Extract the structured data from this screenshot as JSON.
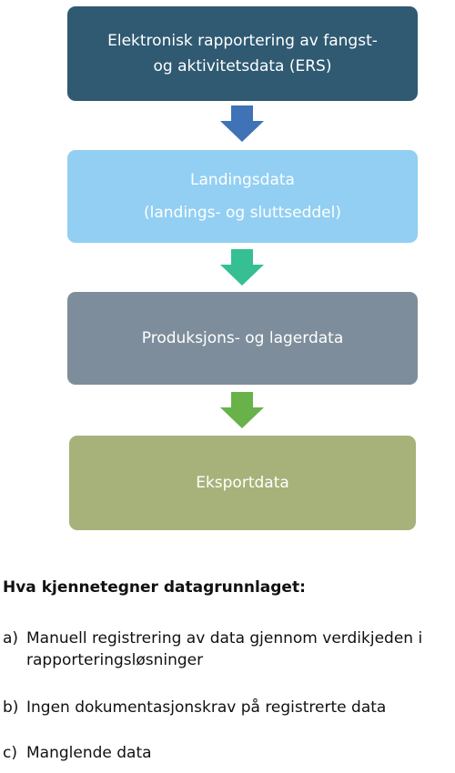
{
  "flow": {
    "steps": [
      {
        "lines": [
          "Elektronisk rapportering av fangst-",
          "og aktivitetsdata (ERS)"
        ],
        "color": "#2f5a72"
      },
      {
        "lines": [
          "Landingsdata",
          "(landings- og sluttseddel)"
        ],
        "color": "#92cff3"
      },
      {
        "lines": [
          "Produksjons- og lagerdata"
        ],
        "color": "#7e8d9b"
      },
      {
        "lines": [
          "Eksportdata"
        ],
        "color": "#a6b27a"
      }
    ],
    "arrow_colors": [
      "#3f73b5",
      "#35bf93",
      "#68b249"
    ]
  },
  "characteristics": {
    "heading": "Hva kjennetegner datagrunnlaget:",
    "items": [
      {
        "marker": "a)",
        "text": "Manuell registrering av data gjennom verdikjeden i rapporteringsløsninger"
      },
      {
        "marker": "b)",
        "text": "Ingen dokumentasjonskrav på registrerte data"
      },
      {
        "marker": "c)",
        "text": "Manglende data"
      }
    ]
  }
}
